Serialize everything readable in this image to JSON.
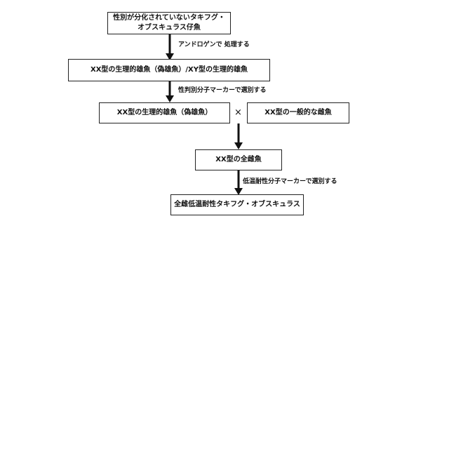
{
  "flow": {
    "start_line1": "性別が分化されていないタキフグ・",
    "start_line2": "オブスキュラス仔魚",
    "step1_label": "アンドロゲンで 処理する",
    "mixed": "XX型の生理的雄魚（偽雄魚）/XY型の生理的雄魚",
    "step2_label": "性判別分子マーカーで選別する",
    "pseudo_male": "XX型の生理的雄魚（偽雄魚）",
    "cross_symbol": "×",
    "female": "XX型の一般的な雌魚",
    "all_female": "XX型の全雌魚",
    "step3_label": "低温耐性分子マーカーで選別する",
    "result": "全雌低温耐性タキフグ・オブスキュラス"
  }
}
